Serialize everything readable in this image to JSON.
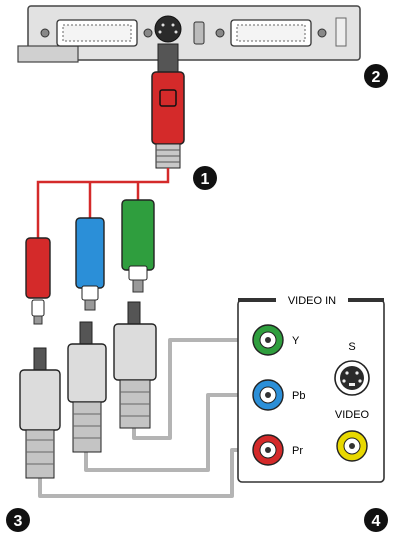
{
  "callouts": [
    "1",
    "2",
    "3",
    "4"
  ],
  "panel": {
    "title": "VIDEO IN",
    "jacks": {
      "y": "Y",
      "pb": "Pb",
      "pr": "Pr"
    },
    "s_video": "S",
    "video": "VIDEO"
  },
  "colors": {
    "red": "#d42a2a",
    "blue": "#2b8fd8",
    "green": "#2f9e3e",
    "yellow": "#e8d800",
    "cable_gray": "#b4b4b4"
  }
}
